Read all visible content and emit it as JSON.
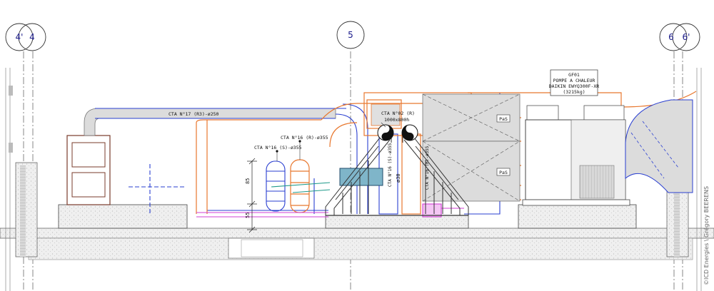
{
  "grid_axes": {
    "left_a": "4'",
    "left_b": "4",
    "center": "5",
    "right_a": "6",
    "right_b": "6'"
  },
  "equipment": {
    "gf01_line1": "GF01",
    "gf01_line2": "POMPE A CHALEUR",
    "gf01_line3": "DAIKIN EWYQ300F-XR",
    "gf01_line4": "(3215kg)"
  },
  "labels": {
    "cta17": "CTA N°17 (R3)-ø250",
    "cta16r": "CTA N°16 (R)-ø355",
    "cta16s": "CTA N°16 (S)-ø355",
    "cta02_line1": "CTA N°02 (R)",
    "cta02_line2": "1000x800h",
    "cta16s_vertical": "CTA N°16 (S)-ø355",
    "cta16r_vertical": "CTA N°16 (R)-ø355",
    "pas_upper": "PaS",
    "pas_lower": "PaS"
  },
  "dimensions": {
    "upper": "85",
    "lower": "55",
    "small": "ø30"
  },
  "credit": "©ICD Energies \\ Grégory BEERENS",
  "colors": {
    "orange_duct": "#e8772e",
    "blue_duct": "#2a3fd1",
    "magenta_duct": "#d23fd6",
    "green_duct": "#1f9a8a",
    "grey_fill": "#dcdcdc",
    "bubble_text": "#1a1a8a",
    "credit": "#666666"
  }
}
